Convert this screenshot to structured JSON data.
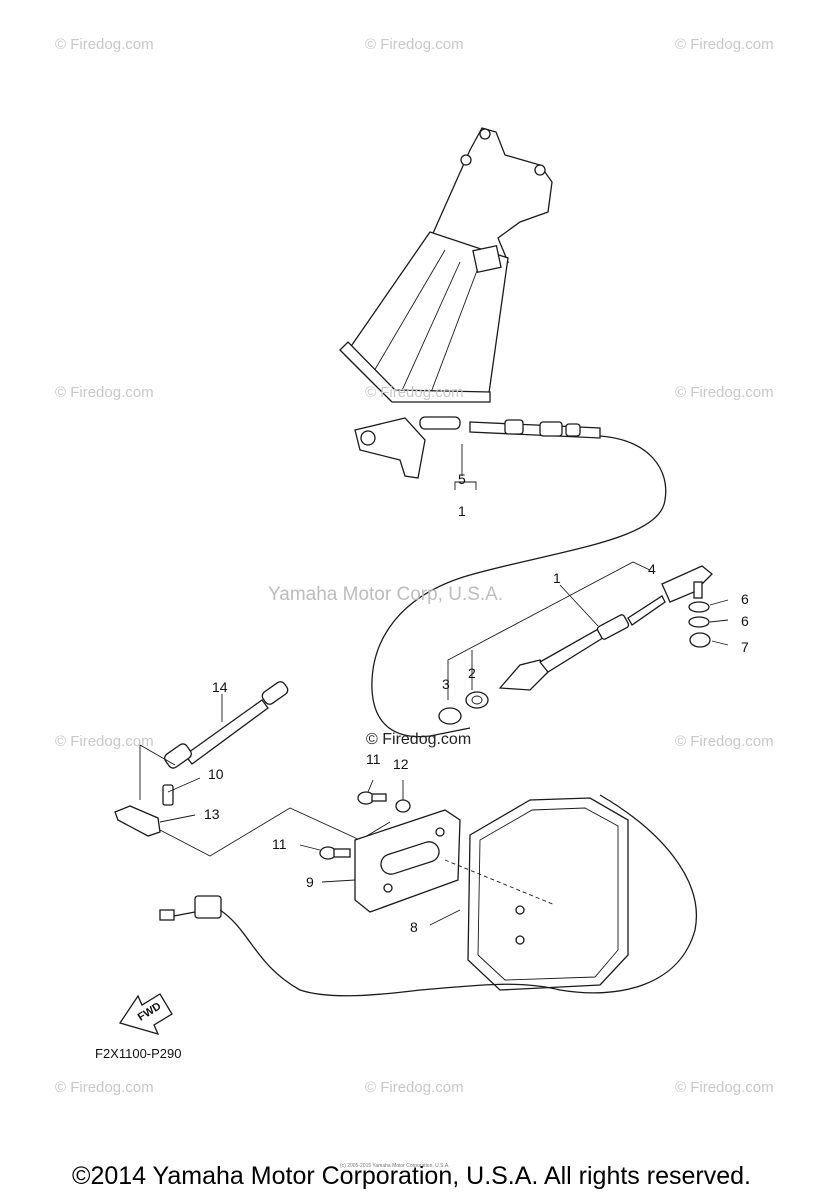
{
  "watermarks": [
    "© Firedog.com",
    "© Firedog.com",
    "© Firedog.com",
    "© Firedog.com",
    "© Firedog.com",
    "© Firedog.com",
    "© Firedog.com",
    "© Firedog.com",
    "© Firedog.com",
    "© Firedog.com",
    "© Firedog.com"
  ],
  "center_watermark": "Yamaha Motor Corp, U.S.A.",
  "dark_watermark": "© Firedog.com",
  "callouts": {
    "c1a": "1",
    "c5": "5",
    "c1b": "1",
    "c4": "4",
    "c6a": "6",
    "c6b": "6",
    "c7": "7",
    "c2": "2",
    "c3": "3",
    "c14": "14",
    "c10": "10",
    "c13": "13",
    "c11a": "11",
    "c12": "12",
    "c11b": "11",
    "c9": "9",
    "c8": "8"
  },
  "fwd_label": "FWD",
  "diagram_code": "F2X1100-P290",
  "tiny_copyright": "(c) 2005-2015 Yamaha Motor Corporation, U.S.A.",
  "footer": "©2014 Yamaha Motor Corporation, U.S.A. All rights reserved."
}
